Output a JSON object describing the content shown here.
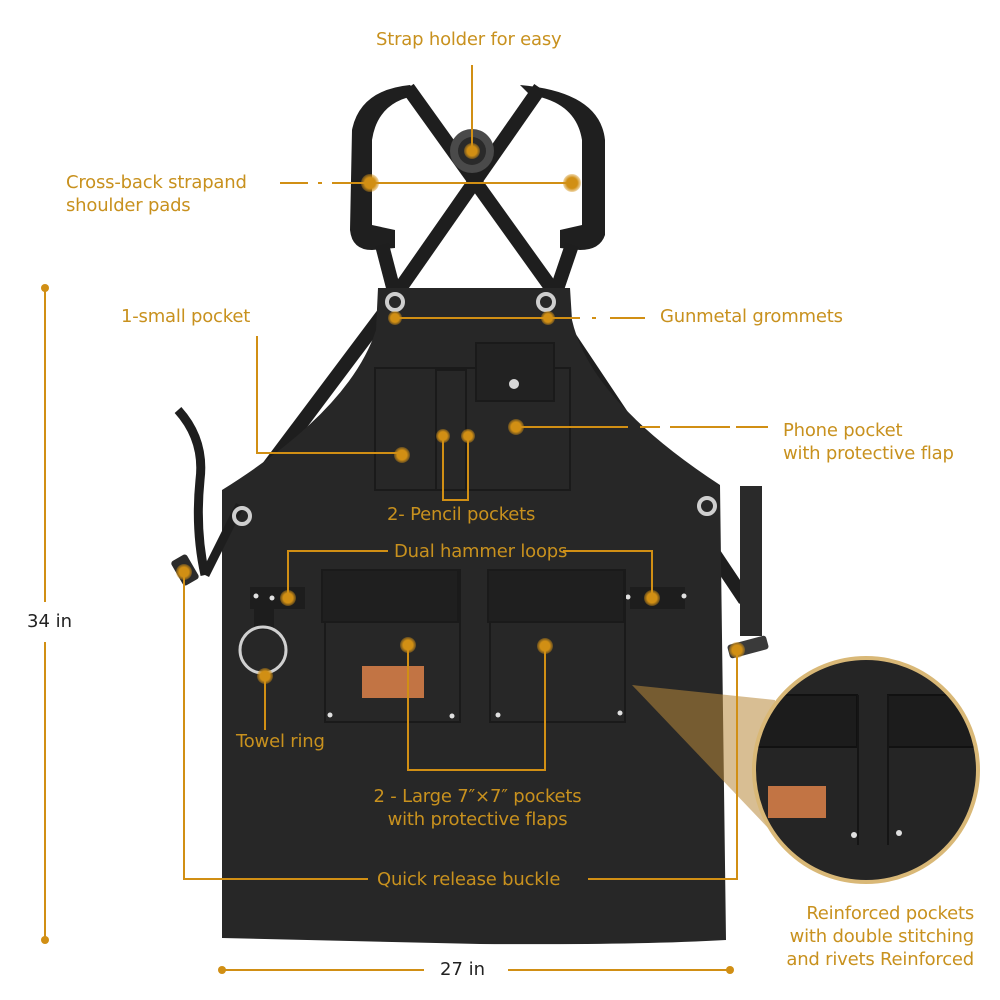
{
  "colors": {
    "accent": "#d18f14",
    "label": "#c8911e",
    "fabric": "#262626",
    "fabric_dark": "#1a1a1a",
    "leather_patch": "#c27444",
    "dimension_text": "#222222",
    "background": "#ffffff"
  },
  "labels": {
    "strap_holder": "Strap holder for easy",
    "cross_back_line1": "Cross-back strapand",
    "cross_back_line2": "shoulder pads",
    "small_pocket": "1-small pocket",
    "grommets": "Gunmetal grommets",
    "phone_pocket_line1": "Phone pocket",
    "phone_pocket_line2": "with protective flap",
    "pencil_pockets": "2- Pencil pockets",
    "hammer_loops": "Dual hammer loops",
    "towel_ring": "Towel ring",
    "large_pockets_line1": "2 - Large 7″×7″ pockets",
    "large_pockets_line2": "with protective flaps",
    "quick_release": "Quick release buckle",
    "reinforced_line1": "Reinforced pockets",
    "reinforced_line2": "with double stitching",
    "reinforced_line3": "and rivets Reinforced"
  },
  "dimensions": {
    "height": "34 in",
    "width": "27 in"
  }
}
